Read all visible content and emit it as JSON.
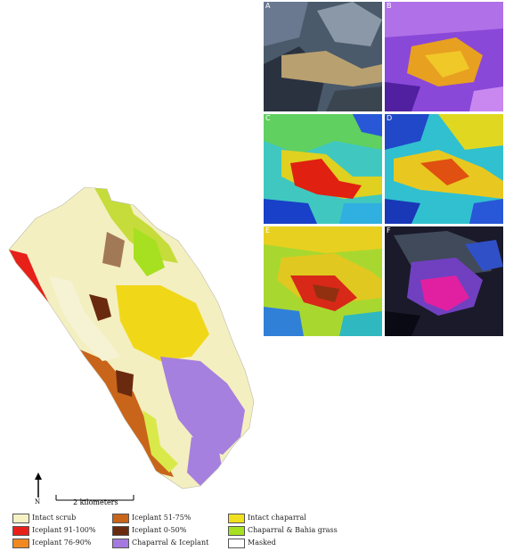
{
  "panels": [
    {
      "letter": "A",
      "icon": "rgb-image"
    },
    {
      "letter": "B",
      "icon": "false-color-image"
    },
    {
      "letter": "C",
      "icon": "classification-map"
    },
    {
      "letter": "D",
      "icon": "classification-map"
    },
    {
      "letter": "E",
      "icon": "classification-map"
    },
    {
      "letter": "F",
      "icon": "false-color-image"
    }
  ],
  "north_label": "N",
  "scale_label": "2 kilometers",
  "legend": [
    {
      "label": "Intact scrub",
      "color": "#f6f2c4"
    },
    {
      "label": "Iceplant 91-100%",
      "color": "#e8201a"
    },
    {
      "label": "Iceplant 76-90%",
      "color": "#f08a20"
    },
    {
      "label": "Iceplant 51-75%",
      "color": "#c8651a"
    },
    {
      "label": "Iceplant 0-50%",
      "color": "#6a2a10"
    },
    {
      "label": "Chaparral & Iceplant",
      "color": "#a57ae0"
    },
    {
      "label": "Intact chaparral",
      "color": "#f0e020"
    },
    {
      "label": "Chaparral & Bahia grass",
      "color": "#a6e020"
    },
    {
      "label": "Masked",
      "color": "#ffffff"
    }
  ]
}
